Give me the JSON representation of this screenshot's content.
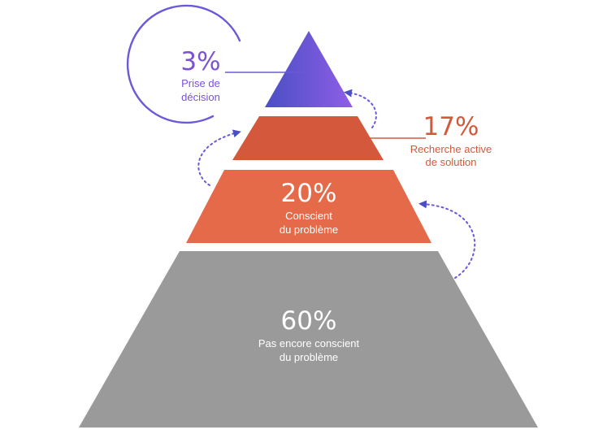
{
  "colors": {
    "top_from": "#4a4fc4",
    "top_to": "#8f5ee6",
    "tier2": "#d4583c",
    "tier3": "#e56a49",
    "base": "#9a9a9a",
    "arc": "#6a5ad8",
    "dots": "#6a5ad8",
    "label_purple": "#7a52d2",
    "label_orange": "#d4583c",
    "label_white": "#ffffff"
  },
  "tiers": [
    {
      "key": "decision",
      "percent": "3%",
      "label_line1": "Prise de",
      "label_line2": "décision"
    },
    {
      "key": "active",
      "percent": "17%",
      "label_line1": "Recherche active",
      "label_line2": "de solution"
    },
    {
      "key": "aware",
      "percent": "20%",
      "label_line1": "Conscient",
      "label_line2": "du problème"
    },
    {
      "key": "unaware",
      "percent": "60%",
      "label_line1": "Pas encore conscient",
      "label_line2": "du problème"
    }
  ]
}
